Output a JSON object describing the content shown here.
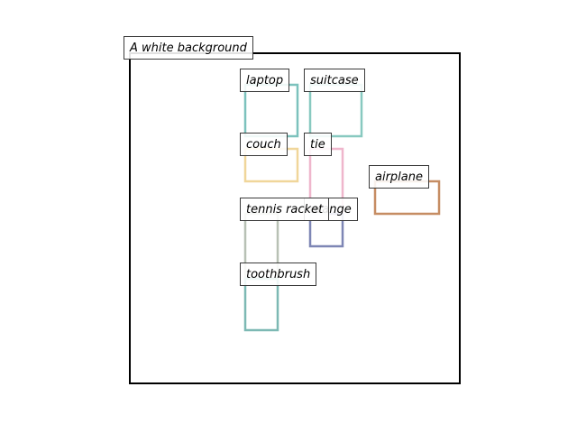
{
  "caption": "A white background",
  "objects": [
    {
      "id": "laptop",
      "label": "laptop",
      "color": "#7cc2bd"
    },
    {
      "id": "suitcase",
      "label": "suitcase",
      "color": "#88c9c0"
    },
    {
      "id": "couch",
      "label": "couch",
      "color": "#f0d69a"
    },
    {
      "id": "tie",
      "label": "tie",
      "color": "#efb6cc"
    },
    {
      "id": "orange",
      "label": "orange",
      "color": "#7e86b5"
    },
    {
      "id": "airplane",
      "label": "airplane",
      "color": "#c68d63"
    },
    {
      "id": "tennis-racket",
      "label": "tennis racket",
      "color": "#b8c1b5"
    },
    {
      "id": "toothbrush",
      "label": "toothbrush",
      "color": "#7db9b4"
    }
  ]
}
